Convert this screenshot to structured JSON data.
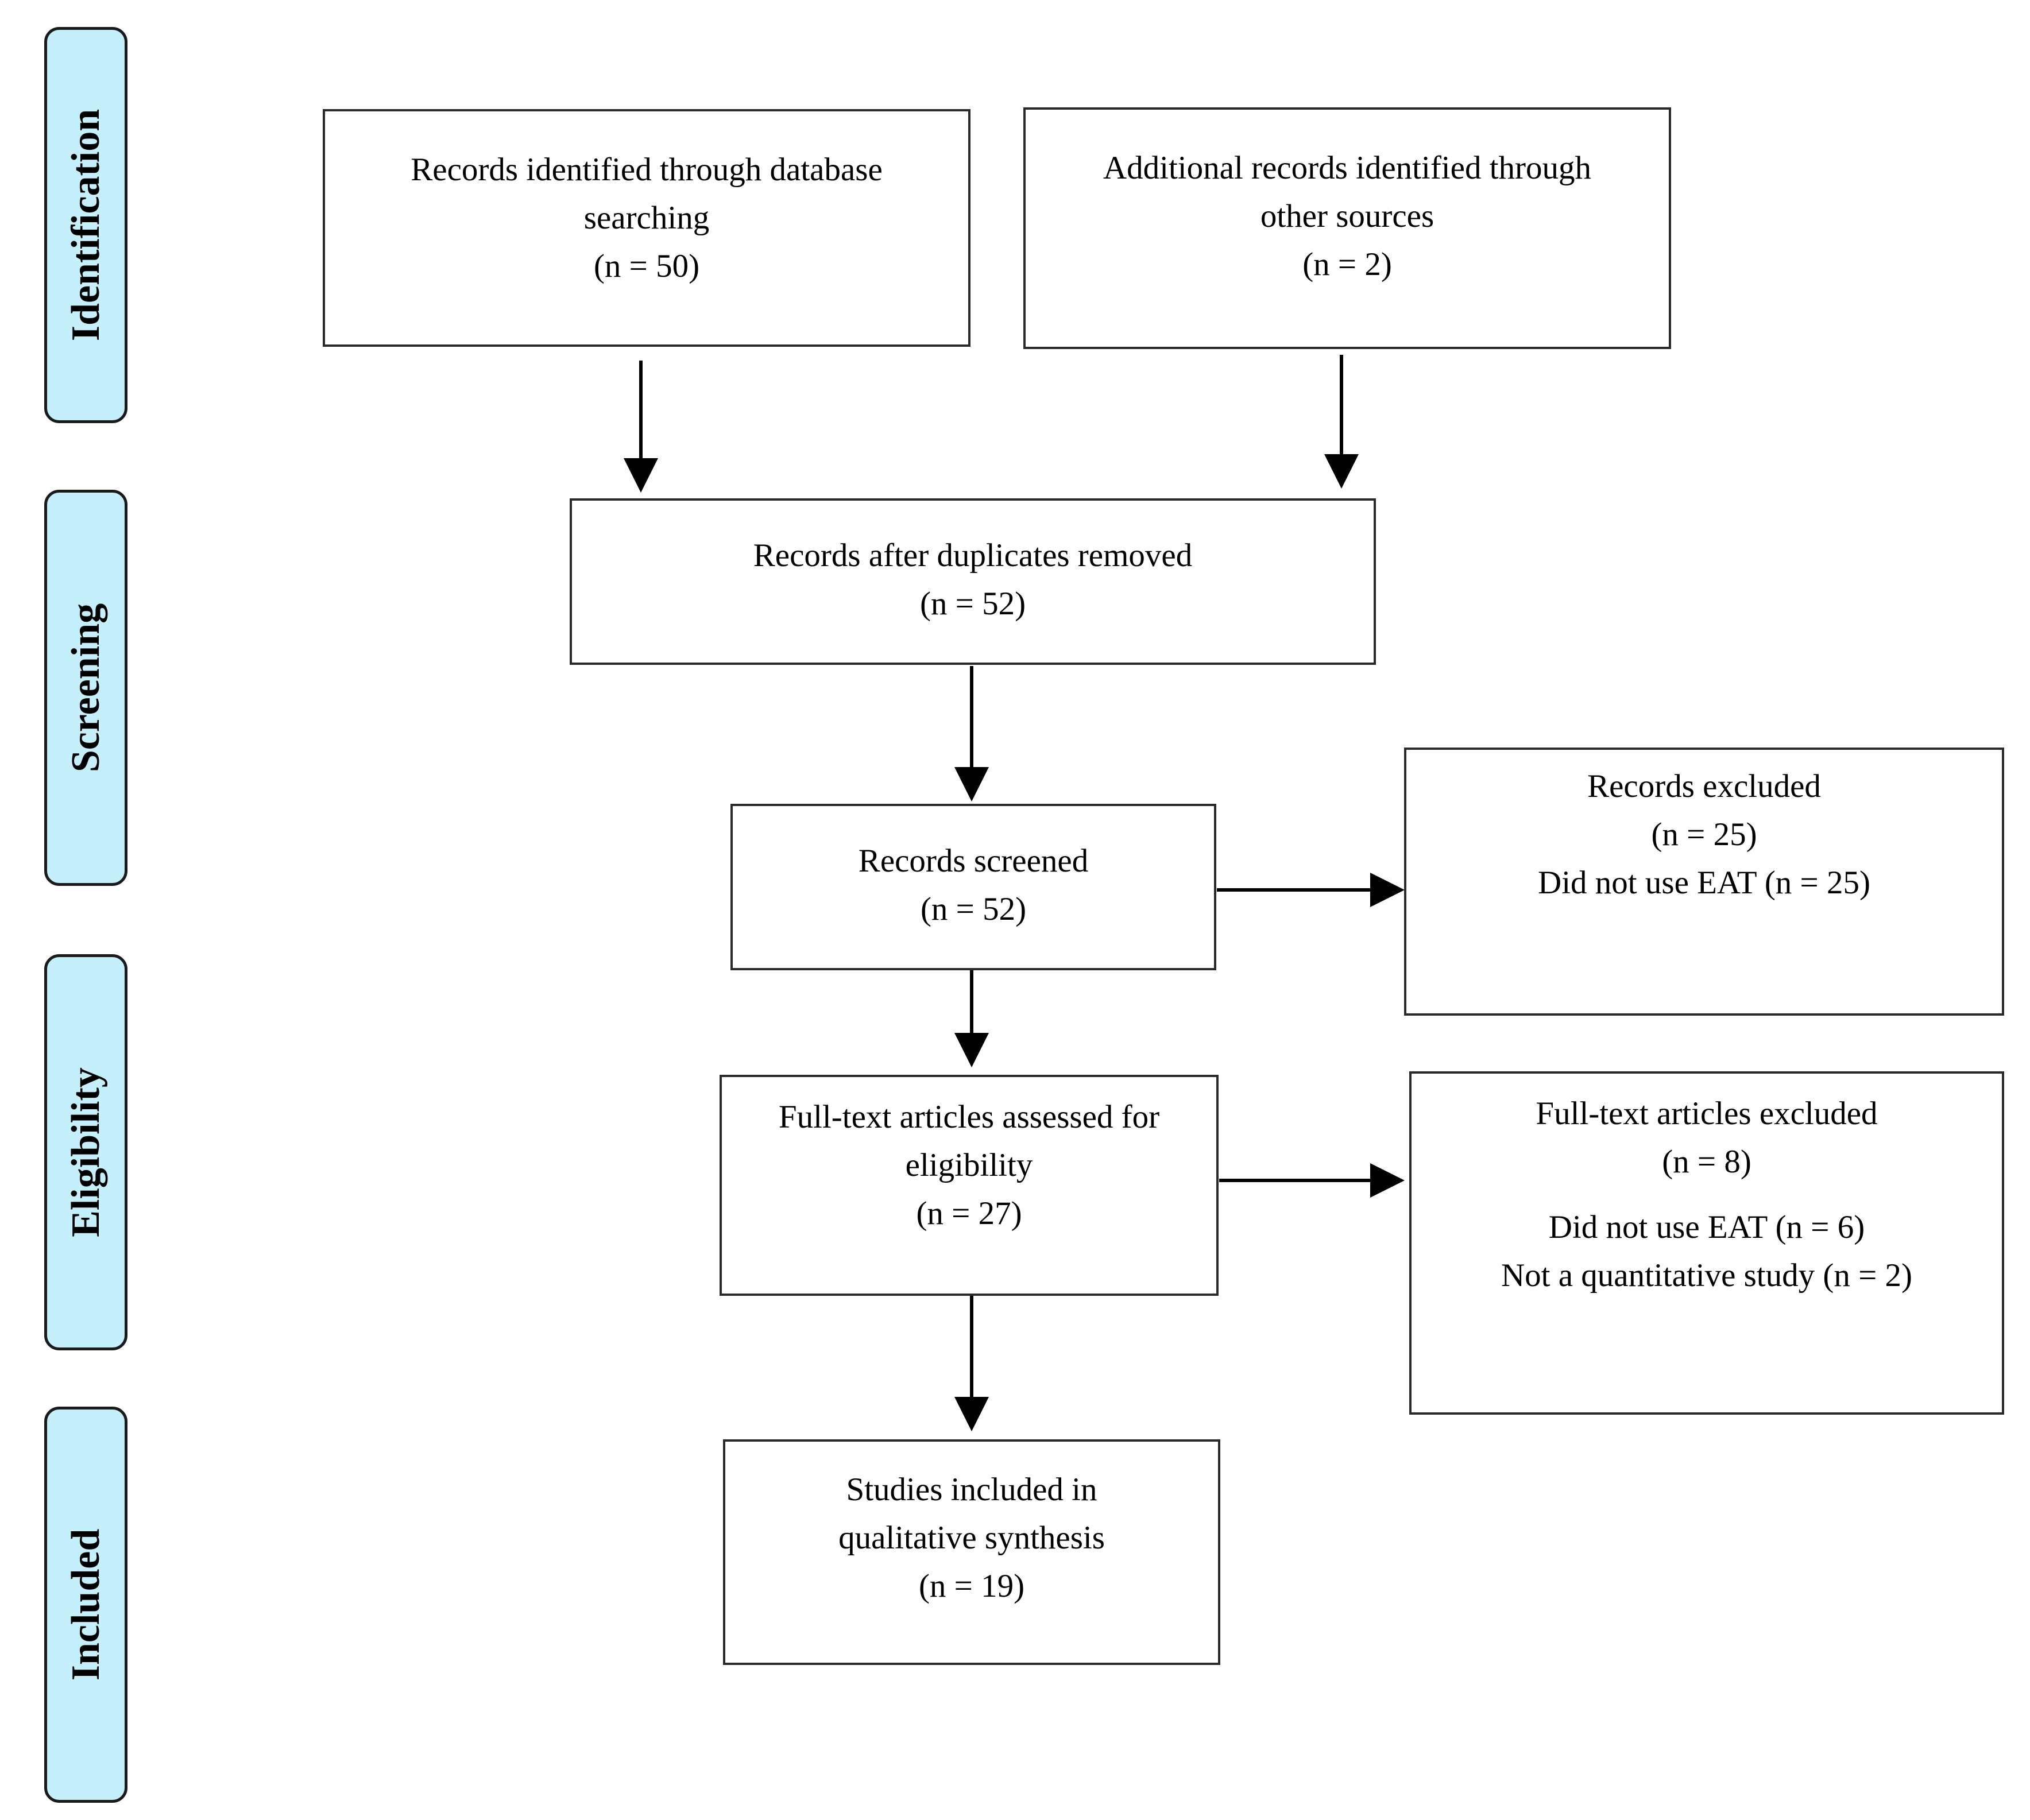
{
  "phases": [
    {
      "label": "Identification"
    },
    {
      "label": "Screening"
    },
    {
      "label": "Eligibility"
    },
    {
      "label": "Included"
    }
  ],
  "boxes": {
    "database": {
      "lines": [
        "Records identified through database",
        "searching",
        "(n = 50)"
      ]
    },
    "other_sources": {
      "lines": [
        "Additional records identified through",
        "other sources",
        "(n = 2)"
      ]
    },
    "duplicates_removed": {
      "lines": [
        "Records after duplicates removed",
        "(n = 52)"
      ]
    },
    "screened": {
      "lines": [
        "Records screened",
        "(n = 52)"
      ]
    },
    "excluded": {
      "lines": [
        "Records excluded",
        "(n = 25)",
        "Did not use EAT (n = 25)"
      ]
    },
    "full_text": {
      "lines": [
        "Full-text articles assessed for",
        "eligibility",
        "(n = 27)"
      ]
    },
    "full_text_excluded": {
      "lines": [
        "Full-text articles excluded",
        "(n = 8)",
        "Did not use EAT (n = 6)",
        "Not a quantitative study (n = 2)"
      ]
    },
    "included": {
      "lines": [
        "Studies included in",
        "qualitative synthesis",
        "(n = 19)"
      ]
    }
  },
  "colors": {
    "phase_fill": "#c5effa",
    "phase_border": "#1a1a1a",
    "box_border": "#2a2a2a",
    "arrow": "#000000"
  }
}
